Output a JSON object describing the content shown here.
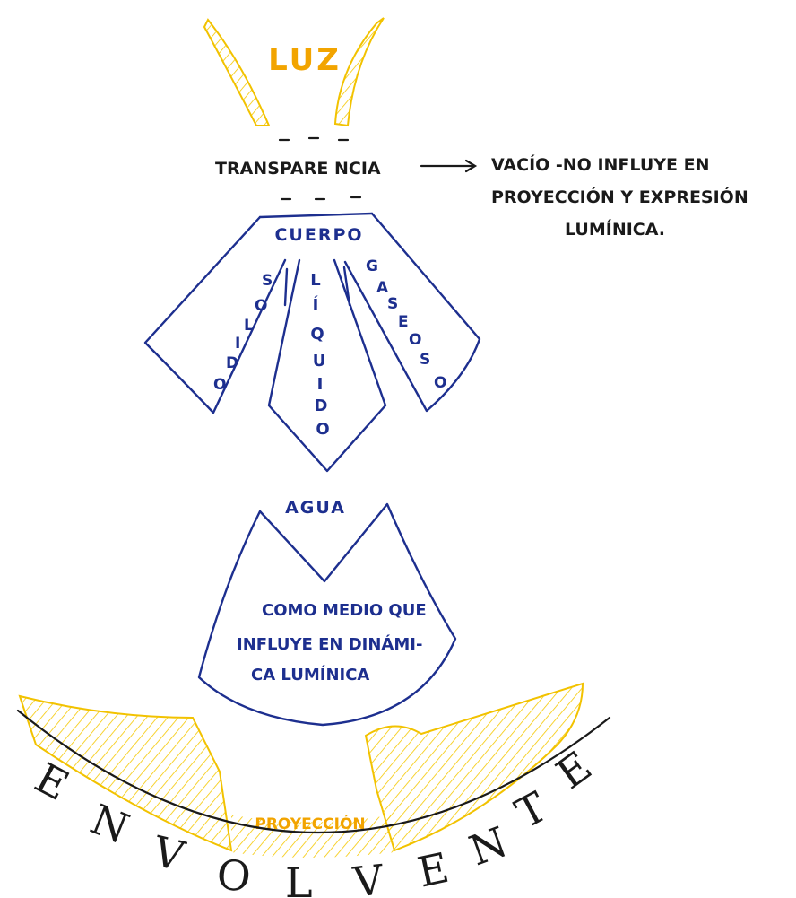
{
  "diagram": {
    "light_label": "LUZ",
    "transparency_label": "TRANSPARE NCIA",
    "vacuum_note": {
      "line1": "VACÍO -NO INFLUYE EN",
      "line2": "PROYECCIÓN Y EXPRESIÓN",
      "line3": "LUMÍNICA."
    },
    "body_label": "CUERPO",
    "body_states": {
      "solid": [
        "S",
        "O",
        "L",
        "I",
        "D",
        "O"
      ],
      "liquid": [
        "L",
        "Í",
        "Q",
        "U",
        "I",
        "D",
        "O"
      ],
      "gas": [
        "G",
        "A",
        "S",
        "E",
        "O",
        "S",
        "O"
      ]
    },
    "water_label": "AGUA",
    "water_note": {
      "line1": "COMO MEDIO QUE",
      "line2": "INFLUYE EN DINÁMI-",
      "line3": "CA LUMÍNICA"
    },
    "projection_label": "PROYECCIÓN",
    "envelope_letters": [
      "E",
      "N",
      "V",
      "O",
      "L",
      "V",
      "E",
      "N",
      "T",
      "E"
    ],
    "colors": {
      "blue_ink": "#1d2f8f",
      "black_ink": "#1a1a1a",
      "orange_ink": "#f2a400",
      "yellow_hatch": "#f5c800"
    }
  }
}
